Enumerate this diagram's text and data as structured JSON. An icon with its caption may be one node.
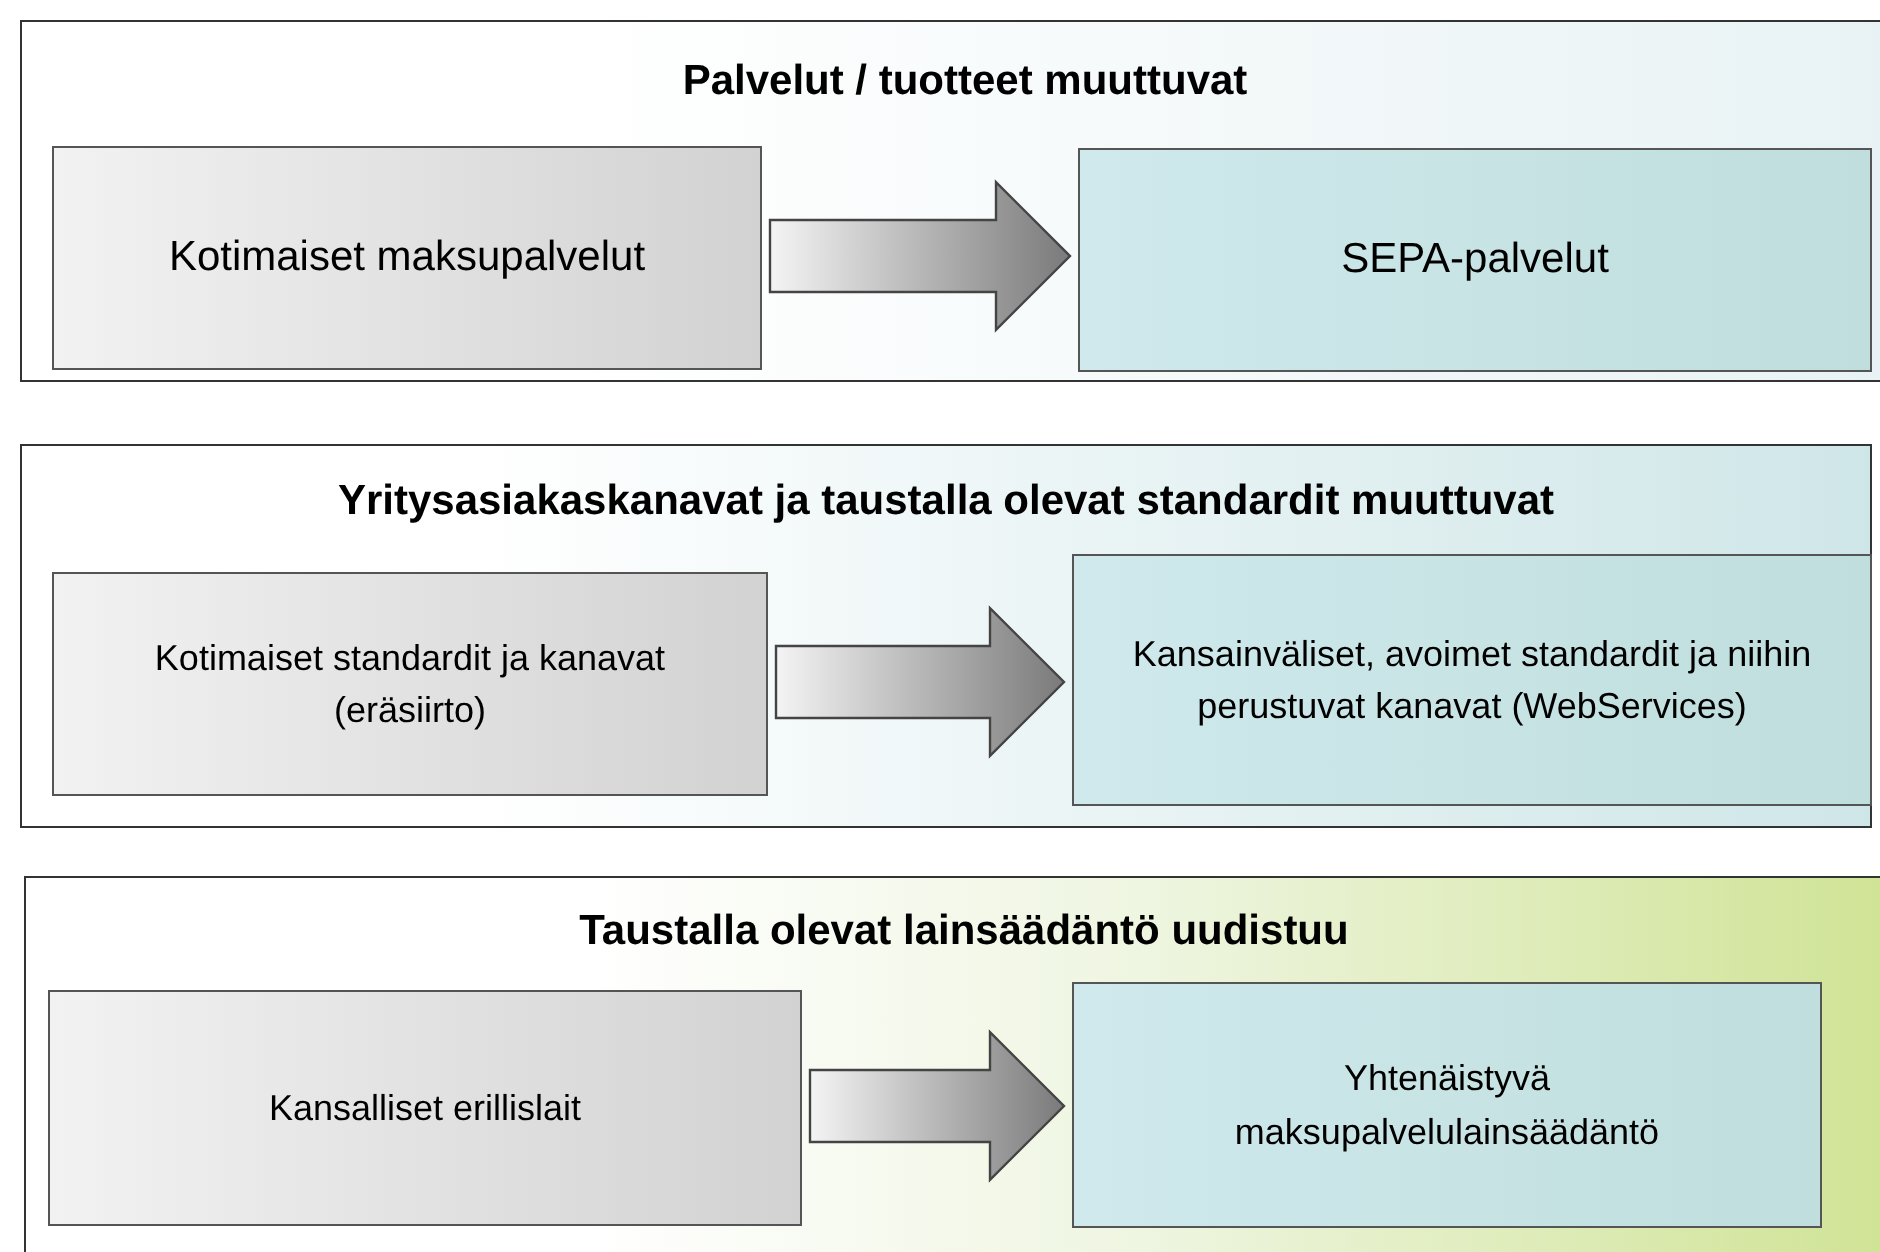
{
  "diagram": {
    "nodes": [
      {
        "text": [
          "Palvelut / tuotteet muuttuvat"
        ]
      },
      {
        "text": [
          "Kotimaiset maksupalvelut"
        ],
        "in": 0
      },
      {
        "text": [
          "SEPA-palvelut"
        ],
        "in": 0
      },
      {
        "text": [
          "Yritysasiakaskanavat ja taustalla olevat standardit muuttuvat"
        ]
      },
      {
        "text": [
          "Kotimaiset standardit ja kanavat (eräsiirto)"
        ],
        "in": 3
      },
      {
        "text": [
          "Kansainväliset, avoimet standardit ja niihin perustuvat kanavat (WebServices)"
        ],
        "in": 3
      },
      {
        "text": [
          "Taustalla olevat lainsäädäntö uudistuu"
        ]
      },
      {
        "text": [
          "Kansalliset erillislait"
        ],
        "in": 6
      },
      {
        "text": [
          "Yhtenäistyvä maksupalvelulainsäädäntö"
        ],
        "in": 6
      }
    ],
    "edges": [
      {
        "from": 1,
        "to": 2,
        "arrow": "to",
        "style": "thick"
      },
      {
        "from": 4,
        "to": 5,
        "arrow": "to",
        "style": "thick"
      },
      {
        "from": 7,
        "to": 8,
        "arrow": "to",
        "style": "thick"
      }
    ]
  }
}
